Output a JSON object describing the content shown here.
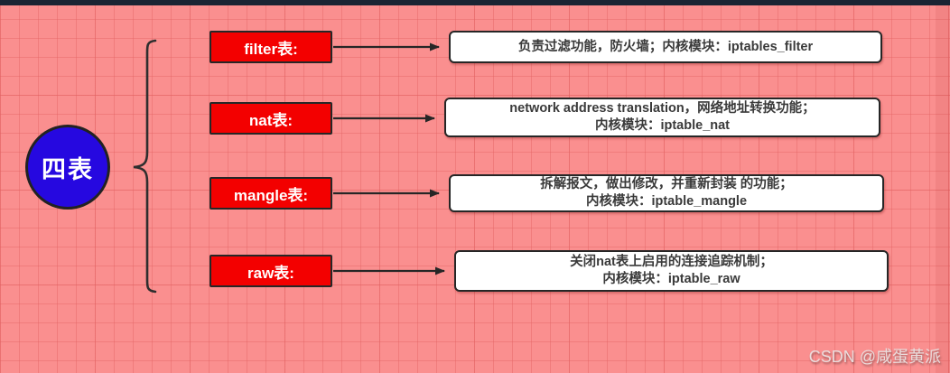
{
  "diagram": {
    "root": {
      "label": "四表"
    },
    "rows": [
      {
        "table": "filter表:",
        "desc_lines": [
          "负责过滤功能，防火墙；内核模块：iptables_filter"
        ]
      },
      {
        "table": "nat表:",
        "desc_lines": [
          "network address translation，网络地址转换功能；",
          "内核模块：iptable_nat"
        ]
      },
      {
        "table": "mangle表:",
        "desc_lines": [
          "拆解报文，做出修改，并重新封装 的功能；",
          "内核模块：iptable_mangle"
        ]
      },
      {
        "table": "raw表:",
        "desc_lines": [
          "关闭nat表上启用的连接追踪机制；",
          "内核模块：iptable_raw"
        ]
      }
    ],
    "colors": {
      "background": "#fa8f8f",
      "node_red": "#f30000",
      "root_blue": "#2608e0",
      "stroke": "#262626",
      "topbar": "#1a2433"
    }
  },
  "watermark": {
    "text": "CSDN @咸蛋黄派"
  }
}
